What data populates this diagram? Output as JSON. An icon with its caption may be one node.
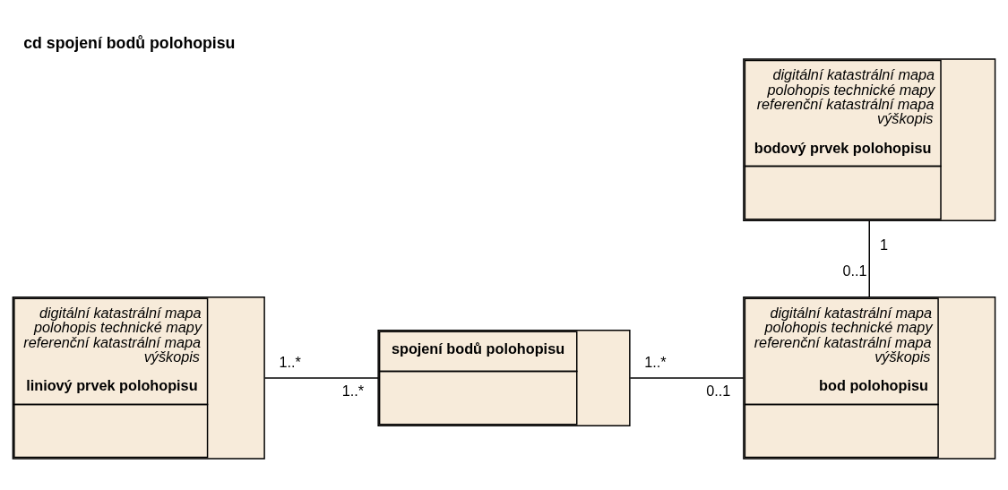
{
  "diagram": {
    "title": "cd spojení bodů polohopisu",
    "nodes": [
      {
        "text": [
          "digitální katastrální mapa",
          "polohopis technické mapy",
          "referenční katastrální mapa",
          "výškopis",
          "bodový prvek polohopisu"
        ]
      },
      {
        "text": [
          "digitální katastrální mapa",
          "polohopis technické mapy",
          "referenční katastrální mapa",
          "výškopis",
          "liniový prvek polohopisu"
        ]
      },
      {
        "text": [
          "spojení bodů polohopisu"
        ]
      },
      {
        "text": [
          "digitální katastrální mapa",
          "polohopis technické mapy",
          "referenční katastrální mapa",
          "výškopis",
          "bod polohopisu"
        ]
      }
    ],
    "edges": [
      {
        "from": 0,
        "to": 3,
        "arrow": "none"
      },
      {
        "from": 1,
        "to": 2,
        "arrow": "none"
      },
      {
        "from": 2,
        "to": 3,
        "arrow": "none"
      }
    ],
    "labels": [
      "1",
      "0..1",
      "1..*",
      "1..*",
      "1..*",
      "0..1"
    ]
  }
}
